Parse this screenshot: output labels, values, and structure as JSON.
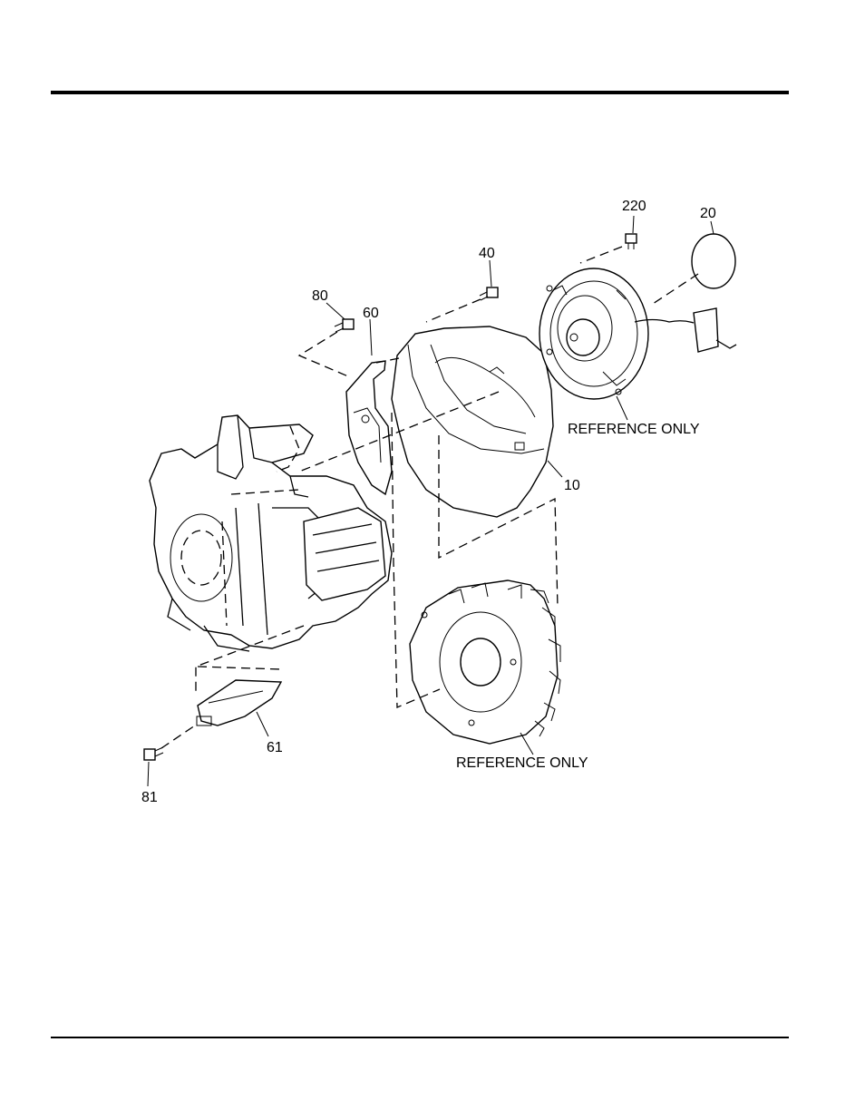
{
  "labels": {
    "p220": "220",
    "p20": "20",
    "p40": "40",
    "p80": "80",
    "p60": "60",
    "p10": "10",
    "p61": "61",
    "p81": "81",
    "ref_recoil": "REFERENCE ONLY",
    "ref_flywheel": "REFERENCE ONLY"
  }
}
